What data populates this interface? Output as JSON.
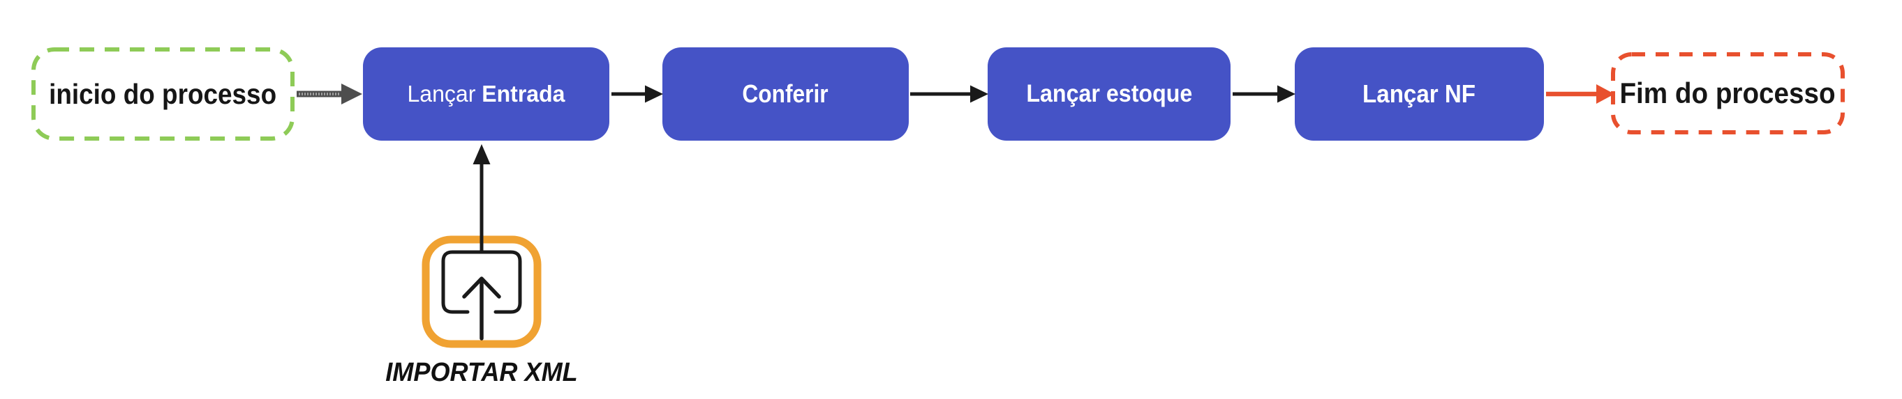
{
  "flow": {
    "start": {
      "label": "inicio do processo"
    },
    "steps": [
      {
        "label_prefix": "Lançar ",
        "label_emphasis": "Entrada"
      },
      {
        "label": "Conferir"
      },
      {
        "label": "Lançar estoque"
      },
      {
        "label": "Lançar NF"
      }
    ],
    "end": {
      "label": "Fim do processo"
    },
    "importer": {
      "label": "IMPORTAR XML",
      "icon": "upload-icon"
    }
  },
  "colors": {
    "step-fill": "#4553c6",
    "step-text": "#ffffff",
    "start-border": "#8ecb57",
    "end-border": "#e8502e",
    "importer-border": "#f0a232",
    "connector": "#1a1a1a",
    "start-arrow": "#4e4e4e",
    "label-text": "#161616"
  }
}
